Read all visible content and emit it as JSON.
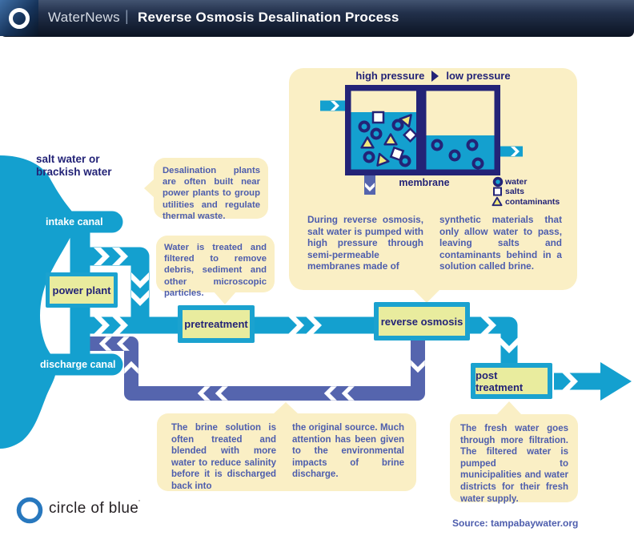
{
  "header": {
    "brand": "WaterNews",
    "separator": "|",
    "title": "Reverse Osmosis Desalination Process"
  },
  "labels": {
    "source_water": "salt water or brackish water",
    "intake_canal": "intake canal",
    "discharge_canal": "discharge canal",
    "power_plant": "power plant",
    "pretreatment": "pretreatment",
    "reverse_osmosis": "reverse osmosis",
    "post_treatment": "post treatment"
  },
  "membrane_panel": {
    "heading_left": "high pressure",
    "heading_right": "low pressure",
    "membrane_label": "membrane",
    "legend": {
      "water": "water",
      "salts": "salts",
      "contaminants": "contaminants"
    }
  },
  "callouts": {
    "power_plant_note": "Desalination plants are often built near power plants to group utilities and regulate thermal waste.",
    "pretreatment_note": "Water is treated and filtered to remove debris, sediment and other microscopic particles.",
    "reverse_osmosis_note_col1": "During reverse osmosis, salt water is pumped with high pressure through semi-permeable membranes made of",
    "reverse_osmosis_note_col2": "synthetic materials that only allow water to pass, leaving salts and contaminants behind in a solution called brine.",
    "brine_note_col1": "The brine solution is often treated and blended with more water to reduce salinity before it is discharged back into",
    "brine_note_col2": "the original source. Much attention has been given to the environmental impacts of brine discharge.",
    "post_treatment_note": "The fresh water goes through more filtration. The filtered water is pumped to municipalities and water districts for their fresh water supply."
  },
  "footer": {
    "logo_text": "circle of blue",
    "trademark": "'",
    "source": "Source: tampabaywater.org"
  },
  "colors": {
    "pipe_cyan": "#14a0cf",
    "brine_purple": "#5565ae",
    "navy": "#232377",
    "panel_cream": "#faefc5",
    "box_fill": "#e9ec9e",
    "contaminant_yellow": "#f0e87c",
    "note_text_blue": "#4d5dad",
    "logo_ring_blue": "#2878be"
  }
}
